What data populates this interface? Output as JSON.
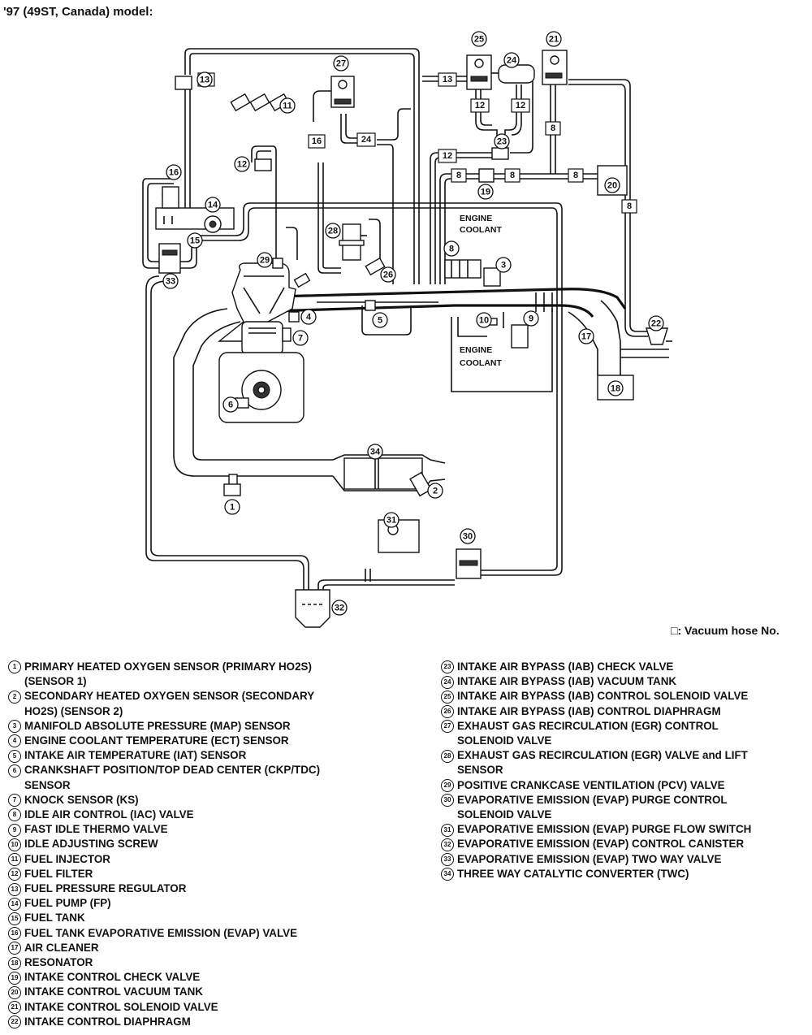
{
  "title": "'97 (49ST, Canada) model:",
  "hose_note": "□: Vacuum hose No.",
  "diagram_text": {
    "engine_coolant_top_1": "ENGINE",
    "engine_coolant_top_2": "COOLANT",
    "engine_coolant_bottom_1": "ENGINE",
    "engine_coolant_bottom_2": "COOLANT"
  },
  "hose_numbers": [
    "13",
    "16",
    "24",
    "13",
    "12",
    "12",
    "12",
    "8",
    "8",
    "8",
    "8",
    "8"
  ],
  "legend_left": [
    {
      "num": "1",
      "text": "PRIMARY HEATED OXYGEN SENSOR (PRIMARY HO2S)",
      "cont": "(SENSOR 1)"
    },
    {
      "num": "2",
      "text": "SECONDARY HEATED OXYGEN SENSOR (SECONDARY",
      "cont": "HO2S) (SENSOR 2)"
    },
    {
      "num": "3",
      "text": "MANIFOLD ABSOLUTE PRESSURE (MAP) SENSOR"
    },
    {
      "num": "4",
      "text": "ENGINE COOLANT TEMPERATURE (ECT) SENSOR"
    },
    {
      "num": "5",
      "text": "INTAKE AIR TEMPERATURE (IAT) SENSOR"
    },
    {
      "num": "6",
      "text": "CRANKSHAFT POSITION/TOP DEAD CENTER (CKP/TDC)",
      "cont": "SENSOR"
    },
    {
      "num": "7",
      "text": "KNOCK SENSOR (KS)"
    },
    {
      "num": "8",
      "text": "IDLE AIR CONTROL (IAC) VALVE"
    },
    {
      "num": "9",
      "text": "FAST IDLE THERMO VALVE"
    },
    {
      "num": "10",
      "text": "IDLE ADJUSTING SCREW"
    },
    {
      "num": "11",
      "text": "FUEL INJECTOR"
    },
    {
      "num": "12",
      "text": "FUEL FILTER"
    },
    {
      "num": "13",
      "text": "FUEL PRESSURE REGULATOR"
    },
    {
      "num": "14",
      "text": "FUEL PUMP (FP)"
    },
    {
      "num": "15",
      "text": "FUEL TANK"
    },
    {
      "num": "16",
      "text": "FUEL TANK EVAPORATIVE EMISSION (EVAP) VALVE"
    },
    {
      "num": "17",
      "text": "AIR CLEANER"
    },
    {
      "num": "18",
      "text": "RESONATOR"
    },
    {
      "num": "19",
      "text": "INTAKE CONTROL CHECK VALVE"
    },
    {
      "num": "20",
      "text": "INTAKE CONTROL VACUUM TANK"
    },
    {
      "num": "21",
      "text": "INTAKE CONTROL SOLENOID VALVE"
    },
    {
      "num": "22",
      "text": "INTAKE CONTROL DIAPHRAGM"
    }
  ],
  "legend_right": [
    {
      "num": "23",
      "text": "INTAKE AIR BYPASS (IAB) CHECK VALVE"
    },
    {
      "num": "24",
      "text": "INTAKE AIR BYPASS (IAB) VACUUM TANK"
    },
    {
      "num": "25",
      "text": "INTAKE AIR BYPASS (IAB) CONTROL SOLENOID VALVE"
    },
    {
      "num": "26",
      "text": "INTAKE AIR BYPASS (IAB) CONTROL DIAPHRAGM"
    },
    {
      "num": "27",
      "text": "EXHAUST GAS RECIRCULATION (EGR) CONTROL",
      "cont": "SOLENOID VALVE"
    },
    {
      "num": "28",
      "text": "EXHAUST GAS RECIRCULATION (EGR) VALVE and LIFT",
      "cont": "SENSOR"
    },
    {
      "num": "29",
      "text": "POSITIVE CRANKCASE VENTILATION (PCV) VALVE"
    },
    {
      "num": "30",
      "text": "EVAPORATIVE EMISSION (EVAP) PURGE CONTROL",
      "cont": "SOLENOID VALVE"
    },
    {
      "num": "31",
      "text": "EVAPORATIVE EMISSION (EVAP) PURGE FLOW SWITCH"
    },
    {
      "num": "32",
      "text": "EVAPORATIVE EMISSION (EVAP) CONTROL CANISTER"
    },
    {
      "num": "33",
      "text": "EVAPORATIVE EMISSION (EVAP) TWO WAY VALVE"
    },
    {
      "num": "34",
      "text": "THREE WAY CATALYTIC CONVERTER (TWC)"
    }
  ]
}
